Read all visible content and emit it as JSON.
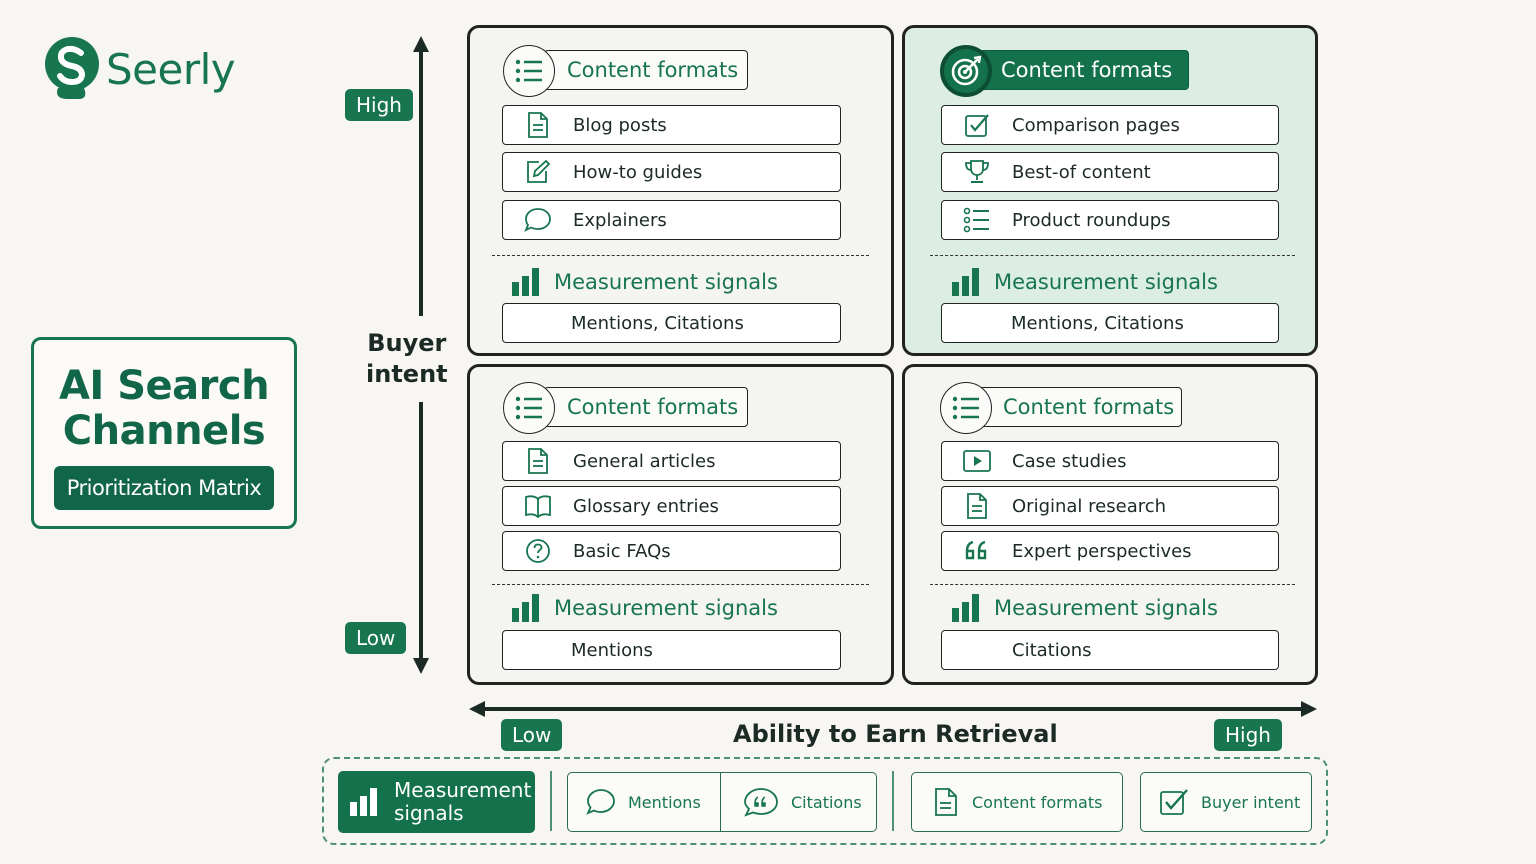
{
  "brand": {
    "name": "Seerly",
    "color": "#17754f"
  },
  "title": {
    "main_line1": "AI Search",
    "main_line2": "Channels",
    "subtitle": "Prioritization Matrix"
  },
  "y_axis": {
    "label_line1": "Buyer",
    "label_line2": "intent",
    "high": "High",
    "low": "Low"
  },
  "x_axis": {
    "label": "Ability to Earn Retrieval",
    "low": "Low",
    "high": "High"
  },
  "quadrants": {
    "top_left": {
      "formats_label": "Content formats",
      "items": [
        {
          "label": "Blog posts",
          "icon": "document-icon"
        },
        {
          "label": "How-to guides",
          "icon": "edit-icon"
        },
        {
          "label": "Explainers",
          "icon": "chat-icon"
        }
      ],
      "signals_label": "Measurement signals",
      "signals_value": "Mentions, Citations"
    },
    "top_right": {
      "formats_label": "Content formats",
      "highlighted": true,
      "items": [
        {
          "label": "Comparison pages",
          "icon": "checkbox-icon"
        },
        {
          "label": "Best-of content",
          "icon": "trophy-icon"
        },
        {
          "label": "Product roundups",
          "icon": "list-icon"
        }
      ],
      "signals_label": "Measurement signals",
      "signals_value": "Mentions, Citations"
    },
    "bottom_left": {
      "formats_label": "Content formats",
      "items": [
        {
          "label": "General articles",
          "icon": "document-icon"
        },
        {
          "label": "Glossary entries",
          "icon": "book-icon"
        },
        {
          "label": "Basic FAQs",
          "icon": "question-icon"
        }
      ],
      "signals_label": "Measurement signals",
      "signals_value": "Mentions"
    },
    "bottom_right": {
      "formats_label": "Content formats",
      "items": [
        {
          "label": "Case studies",
          "icon": "play-icon"
        },
        {
          "label": "Original research",
          "icon": "document-icon"
        },
        {
          "label": "Expert perspectives",
          "icon": "quote-icon"
        }
      ],
      "signals_label": "Measurement signals",
      "signals_value": "Citations"
    }
  },
  "legend": {
    "title_line1": "Measurement",
    "title_line2": "signals",
    "mentions": "Mentions",
    "citations": "Citations",
    "content_formats": "Content formats",
    "buyer_intent": "Buyer intent"
  },
  "colors": {
    "accent": "#17754f",
    "highlight_bg": "#dcede3",
    "panel_bg": "#f4f4f1"
  }
}
